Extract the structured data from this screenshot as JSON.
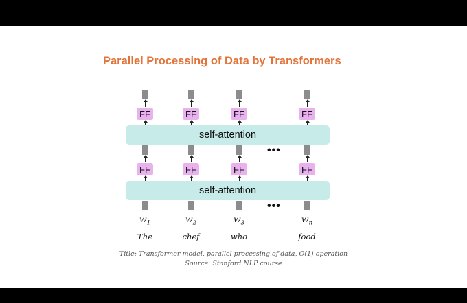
{
  "slide": {
    "title": "Parallel Processing of Data by Transformers",
    "caption_line1": "Title: Transformer model, parallel processing of data, O(1) operation",
    "caption_line2": "Source: Stanford NLP course"
  },
  "diagram": {
    "attention_label": "self-attention",
    "ff_label": "FF",
    "ellipsis": "•••",
    "inputs": [
      {
        "symbol": "w",
        "sub": "1",
        "word": "The"
      },
      {
        "symbol": "w",
        "sub": "2",
        "word": "chef"
      },
      {
        "symbol": "w",
        "sub": "3",
        "word": "who"
      },
      {
        "symbol": "w",
        "sub": "n",
        "word": "food"
      }
    ]
  },
  "colors": {
    "title": "#e2743a",
    "attention_band": "#c7ebe9",
    "ff_box": "#e9b2ef",
    "vector": "#8c8c8c"
  }
}
